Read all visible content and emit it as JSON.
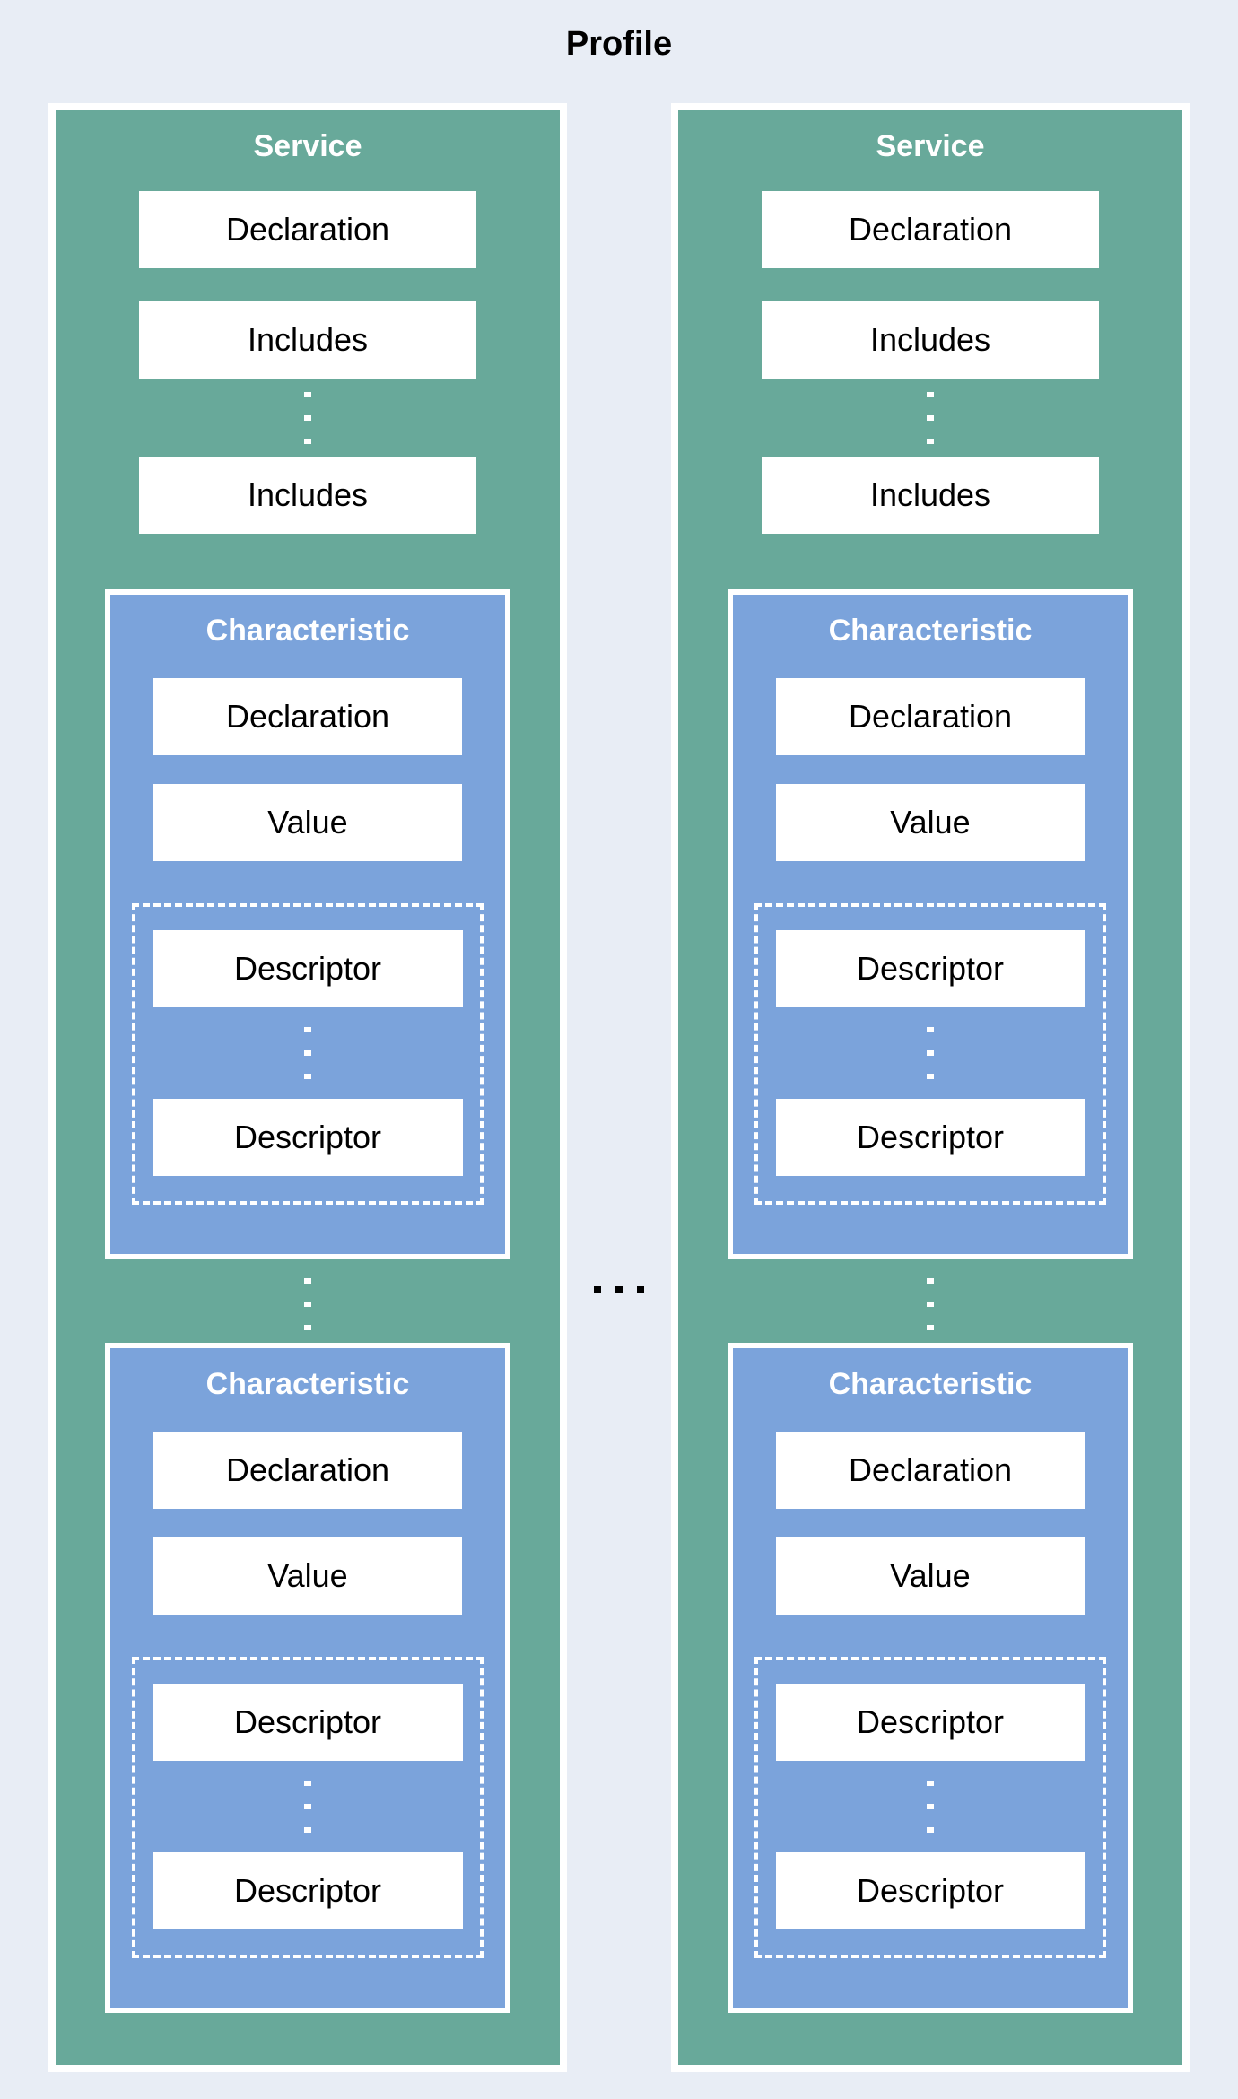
{
  "page": {
    "title": "Profile"
  },
  "colors": {
    "background": "#e8edf5",
    "service_green": "#68a99a",
    "characteristic_blue": "#7ba3db",
    "box_fill": "#ffffff",
    "label_text": "#000000",
    "heading_text": "#ffffff",
    "ellipsis_dots": "#000000"
  },
  "separator": {
    "between_services": ". . .",
    "vertical_ellipsis": "⋮"
  },
  "services": [
    {
      "title": "Service",
      "declaration": "Declaration",
      "includes_first": "Includes",
      "includes_last": "Includes",
      "characteristics": [
        {
          "title": "Characteristic",
          "declaration": "Declaration",
          "value": "Value",
          "descriptor_first": "Descriptor",
          "descriptor_last": "Descriptor"
        },
        {
          "title": "Characteristic",
          "declaration": "Declaration",
          "value": "Value",
          "descriptor_first": "Descriptor",
          "descriptor_last": "Descriptor"
        }
      ]
    },
    {
      "title": "Service",
      "declaration": "Declaration",
      "includes_first": "Includes",
      "includes_last": "Includes",
      "characteristics": [
        {
          "title": "Characteristic",
          "declaration": "Declaration",
          "value": "Value",
          "descriptor_first": "Descriptor",
          "descriptor_last": "Descriptor"
        },
        {
          "title": "Characteristic",
          "declaration": "Declaration",
          "value": "Value",
          "descriptor_first": "Descriptor",
          "descriptor_last": "Descriptor"
        }
      ]
    }
  ]
}
